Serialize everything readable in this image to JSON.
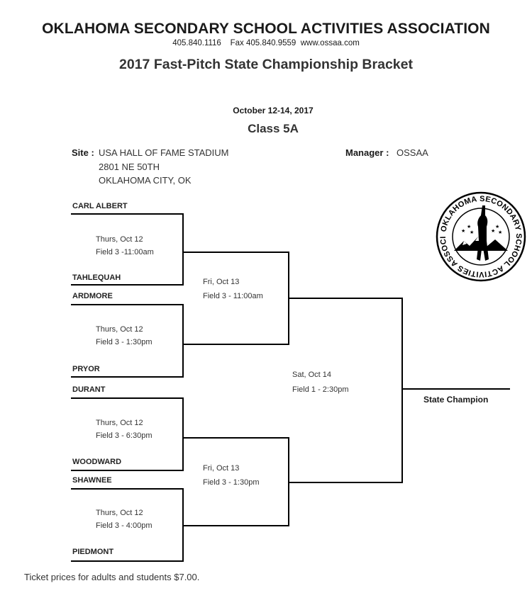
{
  "header": {
    "org_name": "OKLAHOMA SECONDARY SCHOOL ACTIVITIES ASSOCIATION",
    "contact": "405.840.1116    Fax 405.840.9559  www.ossaa.com",
    "title": "2017 Fast-Pitch State Championship Bracket",
    "dates": "October 12-14, 2017",
    "class": "Class 5A"
  },
  "site": {
    "label": "Site :",
    "name": "USA HALL OF FAME STADIUM",
    "address1": "2801 NE 50TH",
    "address2": "OKLAHOMA CITY, OK"
  },
  "manager": {
    "label": "Manager :",
    "name": "OSSAA"
  },
  "logo": {
    "text": "OKLAHOMA SECONDARY SCHOOL ACTIVITIES ASSOCIATION",
    "icon": "ossaa-seal-icon"
  },
  "teams": [
    "CARL ALBERT",
    "TAHLEQUAH",
    "ARDMORE",
    "PRYOR",
    "DURANT",
    "WOODWARD",
    "SHAWNEE",
    "PIEDMONT"
  ],
  "round1": [
    {
      "day": "Thurs, Oct 12",
      "field": "Field 3 -11:00am"
    },
    {
      "day": "Thurs, Oct 12",
      "field": "Field 3 - 1:30pm"
    },
    {
      "day": "Thurs, Oct 12",
      "field": "Field 3 - 6:30pm"
    },
    {
      "day": "Thurs, Oct 12",
      "field": "Field 3 - 4:00pm"
    }
  ],
  "round2": [
    {
      "day": "Fri, Oct 13",
      "field": "Field 3 - 11:00am"
    },
    {
      "day": "Fri, Oct 13",
      "field": "Field 3 - 1:30pm"
    }
  ],
  "final": {
    "day": "Sat, Oct 14",
    "field": "Field 1 - 2:30pm"
  },
  "champion_label": "State Champion",
  "footer": "Ticket prices for adults and students $7.00."
}
